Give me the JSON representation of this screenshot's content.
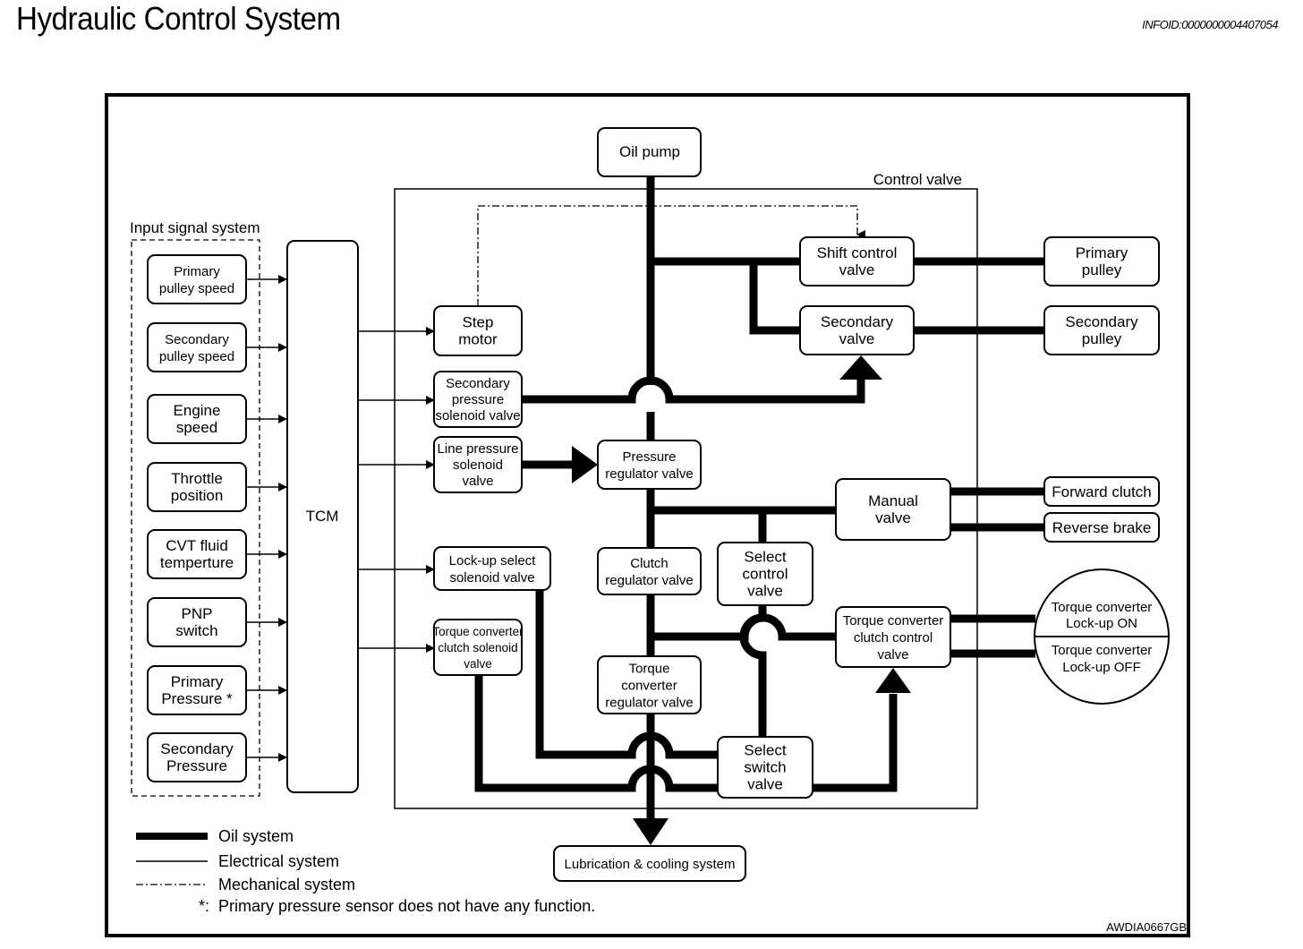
{
  "header": {
    "title": "Hydraulic Control System",
    "info_id": "INFOID:0000000004407054"
  },
  "diagram": {
    "group_labels": {
      "input_signal_system": "Input signal system",
      "control_valve": "Control valve"
    },
    "inputs": [
      [
        "Primary",
        "pulley speed"
      ],
      [
        "Secondary",
        "pulley speed"
      ],
      [
        "Engine",
        "speed"
      ],
      [
        "Throttle",
        "position"
      ],
      [
        "CVT fluid",
        "temperture"
      ],
      [
        "PNP",
        "switch"
      ],
      [
        "Primary",
        "Pressure *"
      ],
      [
        "Secondary",
        "Pressure"
      ]
    ],
    "tcm": "TCM",
    "oil_pump": "Oil pump",
    "solenoids": {
      "step_motor": [
        "Step",
        "motor"
      ],
      "secondary_pressure_solenoid": [
        "Secondary",
        "pressure",
        "solenoid valve"
      ],
      "line_pressure_solenoid": [
        "Line pressure",
        "solenoid",
        "valve"
      ],
      "lockup_select_solenoid": [
        "Lock-up select",
        "solenoid valve"
      ],
      "tcc_solenoid": [
        "Torque converter",
        "clutch solenoid",
        "valve"
      ]
    },
    "valves": {
      "shift_control": [
        "Shift control",
        "valve"
      ],
      "secondary_valve": [
        "Secondary",
        "valve"
      ],
      "pressure_regulator": [
        "Pressure",
        "regulator valve"
      ],
      "manual": [
        "Manual",
        "valve"
      ],
      "clutch_regulator": [
        "Clutch",
        "regulator valve"
      ],
      "select_control": [
        "Select",
        "control",
        "valve"
      ],
      "tcc_control": [
        "Torque converter",
        "clutch control",
        "valve"
      ],
      "tc_regulator": [
        "Torque",
        "converter",
        "regulator valve"
      ],
      "select_switch": [
        "Select",
        "switch",
        "valve"
      ]
    },
    "outputs": {
      "primary_pulley": [
        "Primary",
        "pulley"
      ],
      "secondary_pulley": [
        "Secondary",
        "pulley"
      ],
      "forward_clutch": "Forward clutch",
      "reverse_brake": "Reverse brake",
      "tc_lockup_on": [
        "Torque converter",
        "Lock-up ON"
      ],
      "tc_lockup_off": [
        "Torque converter",
        "Lock-up OFF"
      ],
      "lubrication": "Lubrication & cooling system"
    },
    "legend": {
      "oil": "Oil system",
      "electrical": "Electrical system",
      "mechanical": "Mechanical system",
      "note_marker": "*:",
      "note": "Primary pressure sensor does not have any function."
    },
    "figure_id": "AWDIA0667GB"
  }
}
